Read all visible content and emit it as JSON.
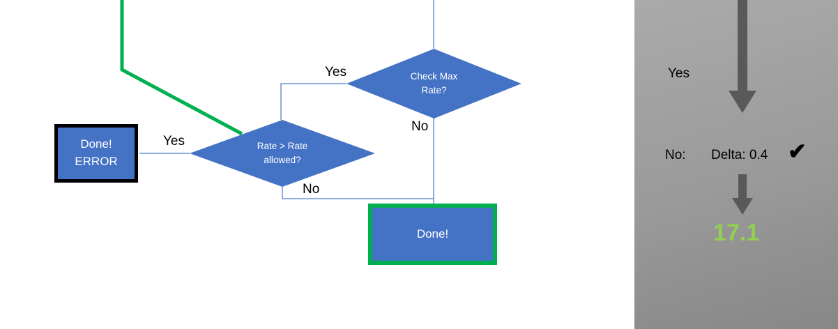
{
  "flowchart": {
    "check_max_node": "Check Max\nRate?",
    "rate_node": "Rate > Rate\nallowed?",
    "done_error_node": "Done!\nERROR",
    "done_node": "Done!",
    "check_max_yes": "Yes",
    "check_max_no": "No",
    "rate_yes": "Yes",
    "rate_no": "No"
  },
  "panel": {
    "yes": "Yes",
    "no": "No:",
    "delta": "Delta: 0.4",
    "check": "✔",
    "result": "17.1"
  },
  "colors": {
    "shape_blue": "#4472c4",
    "connector_blue": "#6b8fd4",
    "accent_green": "#00b050",
    "result_green": "#92d050",
    "arrow_gray": "#595959"
  }
}
